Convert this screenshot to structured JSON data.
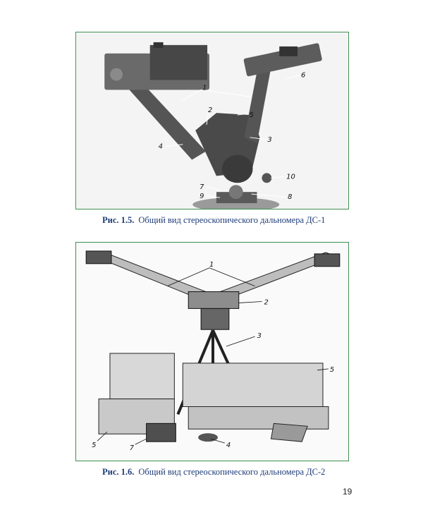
{
  "figures": [
    {
      "number": "Рис. 1.5.",
      "caption": "Общий вид стереоскопического дальномера ДС-1",
      "callouts": [
        "1",
        "2",
        "3",
        "4",
        "5",
        "6",
        "7",
        "8",
        "9",
        "10"
      ]
    },
    {
      "number": "Рис. 1.6.",
      "caption": "Общий вид стереоскопического дальномера ДС-2",
      "callouts": [
        "1",
        "2",
        "3",
        "4",
        "5",
        "5",
        "7"
      ]
    }
  ],
  "page_number": "19",
  "colors": {
    "frame": "#3f8f4f",
    "caption": "#1e3c78"
  }
}
